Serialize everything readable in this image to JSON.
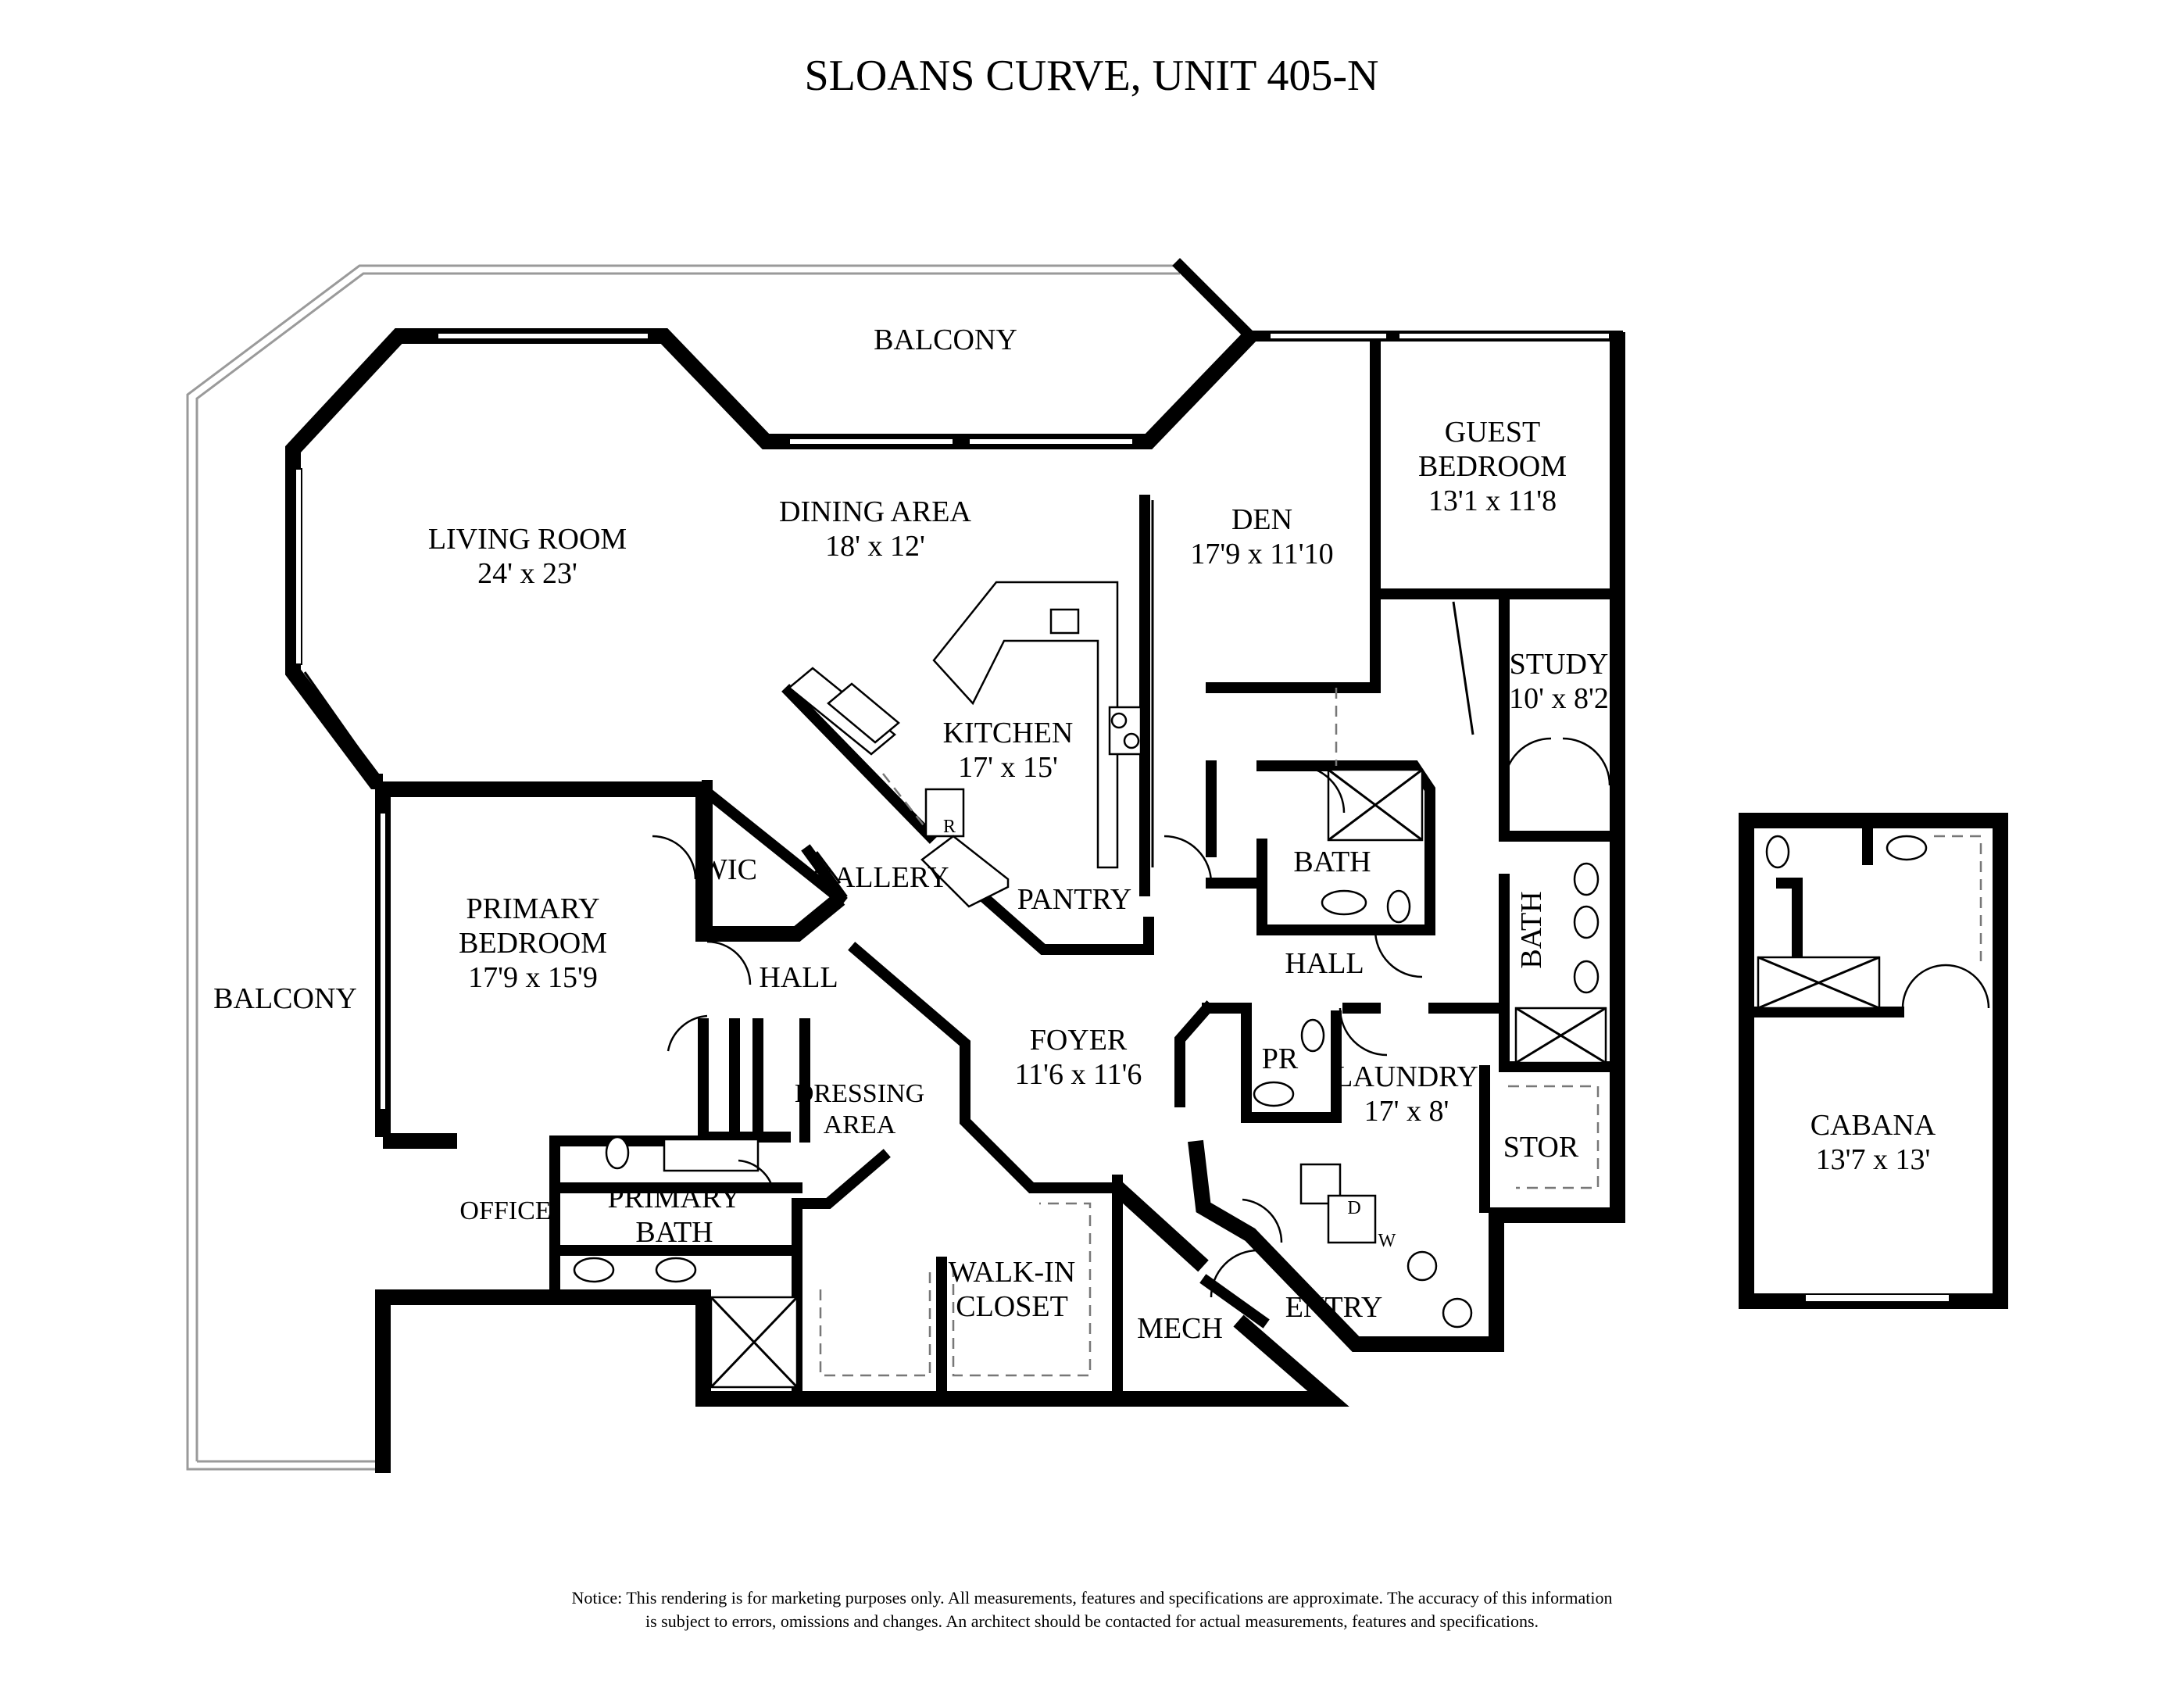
{
  "title": "SLOANS CURVE, UNIT 405-N",
  "rooms": {
    "balcony_top": "BALCONY",
    "balcony_left": "BALCONY",
    "living_room": {
      "name": "LIVING ROOM",
      "size": "24' x 23'"
    },
    "dining_area": {
      "name": "DINING AREA",
      "size": "18' x 12'"
    },
    "den": {
      "name": "DEN",
      "size": "17'9 x 11'10"
    },
    "guest_bedroom": {
      "name_line1": "GUEST",
      "name_line2": "BEDROOM",
      "size": "13'1 x 11'8"
    },
    "study": {
      "name": "STUDY",
      "size": "10' x 8'2"
    },
    "kitchen": {
      "name": "KITCHEN",
      "size": "17' x 15'"
    },
    "refrigerator": "R",
    "pantry": "PANTRY",
    "gallery": "GALLERY",
    "wic": "WIC",
    "primary_bedroom": {
      "name_line1": "PRIMARY",
      "name_line2": "BEDROOM",
      "size": "17'9 x 15'9"
    },
    "hall_left": "HALL",
    "hall_right": "HALL",
    "bath_center": "BATH",
    "bath_right": "BATH",
    "foyer": {
      "name": "FOYER",
      "size": "11'6 x 11'6"
    },
    "pr": "PR",
    "laundry": {
      "name": "LAUNDRY",
      "size": "17' x 8'"
    },
    "stor": "STOR",
    "dressing_area": {
      "line1": "DRESSING",
      "line2": "AREA"
    },
    "office": "OFFICE",
    "primary_bath": {
      "line1": "PRIMARY",
      "line2": "BATH"
    },
    "walk_in_closet": {
      "line1": "WALK-IN",
      "line2": "CLOSET"
    },
    "mech": "MECH",
    "entry": "ENTRY",
    "dryer": "D",
    "washer": "W",
    "cabana": {
      "name": "CABANA",
      "size": "13'7 x 13'"
    }
  },
  "notice": {
    "line1": "Notice: This rendering is for marketing purposes only. All measurements, features and specifications are approximate. The accuracy of this information",
    "line2": "is subject to errors, omissions and changes. An architect should be contacted for actual measurements, features and specifications."
  }
}
